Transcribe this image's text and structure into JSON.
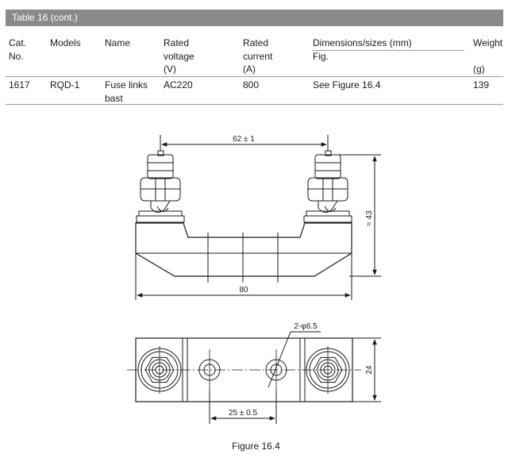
{
  "table": {
    "title": "Table 16 (cont.)",
    "headers": {
      "cat": [
        "Cat.",
        "No."
      ],
      "models": [
        "Models"
      ],
      "name": [
        "Name"
      ],
      "rated_voltage": [
        "Rated",
        "voltage",
        "(V)"
      ],
      "rated_current": [
        "Rated",
        "current",
        "(A)"
      ],
      "dimensions": [
        "Dimensions/sizes (mm)",
        "Fig."
      ],
      "weight": [
        "Weight",
        "",
        "(g)"
      ]
    },
    "rows": [
      {
        "cat": "1617",
        "model": "RQD-1",
        "name": [
          "Fuse links",
          "bast"
        ],
        "rated_voltage": "AC220",
        "rated_current": "800",
        "figure_ref": "See Figure 16.4",
        "weight": "139"
      }
    ]
  },
  "drawing": {
    "dim_top_width": "62 ± 1",
    "dim_height": "≈ 43",
    "dim_total_length": "80",
    "dim_hole_diameter": "2-φ6.5",
    "dim_base_height": "24",
    "dim_hole_spacing": "25 ± 0.5",
    "colors": {
      "line": "#1a1a1a",
      "header_bg": "#8a8a8a",
      "header_text": "#ffffff"
    }
  },
  "caption": "Figure 16.4"
}
